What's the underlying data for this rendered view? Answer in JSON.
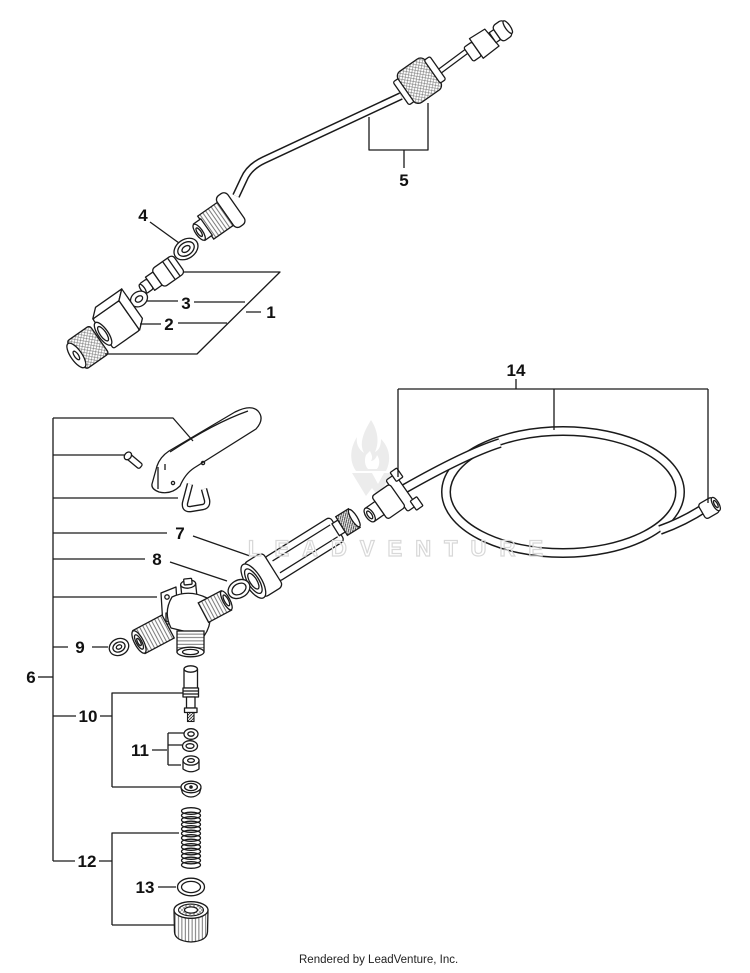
{
  "diagram": {
    "line_color": "#1a1a1a",
    "callouts": [
      "1",
      "2",
      "3",
      "4",
      "5",
      "6",
      "7",
      "8",
      "9",
      "10",
      "11",
      "12",
      "13",
      "14"
    ]
  },
  "watermark": {
    "text": "LEADVENTURE",
    "text_color": "#d8d8d8",
    "flame_color": "#ececec",
    "flame_icon": "leadventure-flame-logo"
  },
  "footer": {
    "text": "Rendered by LeadVenture, Inc."
  }
}
